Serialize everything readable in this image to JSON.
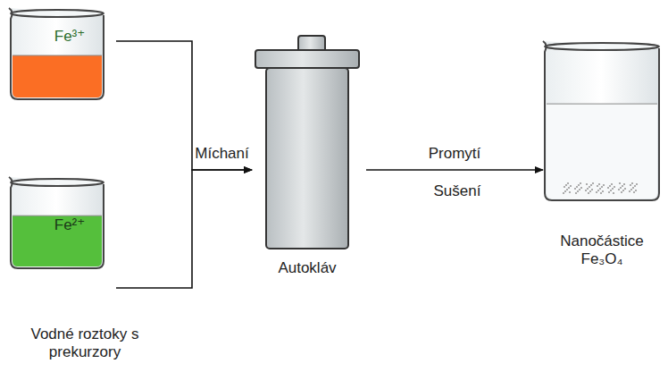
{
  "diagram": {
    "nodes": [
      {
        "text": [
          "Fe³⁺"
        ]
      },
      {
        "text": [
          "Fe²⁺"
        ]
      },
      {
        "text": [
          "Autokláv"
        ]
      },
      {
        "text": [
          "Nanočástice Fe₃O₄"
        ]
      }
    ],
    "edges": [
      {
        "from": 0,
        "to": 2,
        "arrow": "to",
        "label": "Míchaní"
      },
      {
        "from": 1,
        "to": 2,
        "arrow": "to"
      },
      {
        "from": 2,
        "to": 3,
        "arrow": "to",
        "label": "Promytí"
      }
    ],
    "labels": [
      "Sušení",
      "Vodné roztoky s prekurzory"
    ]
  }
}
